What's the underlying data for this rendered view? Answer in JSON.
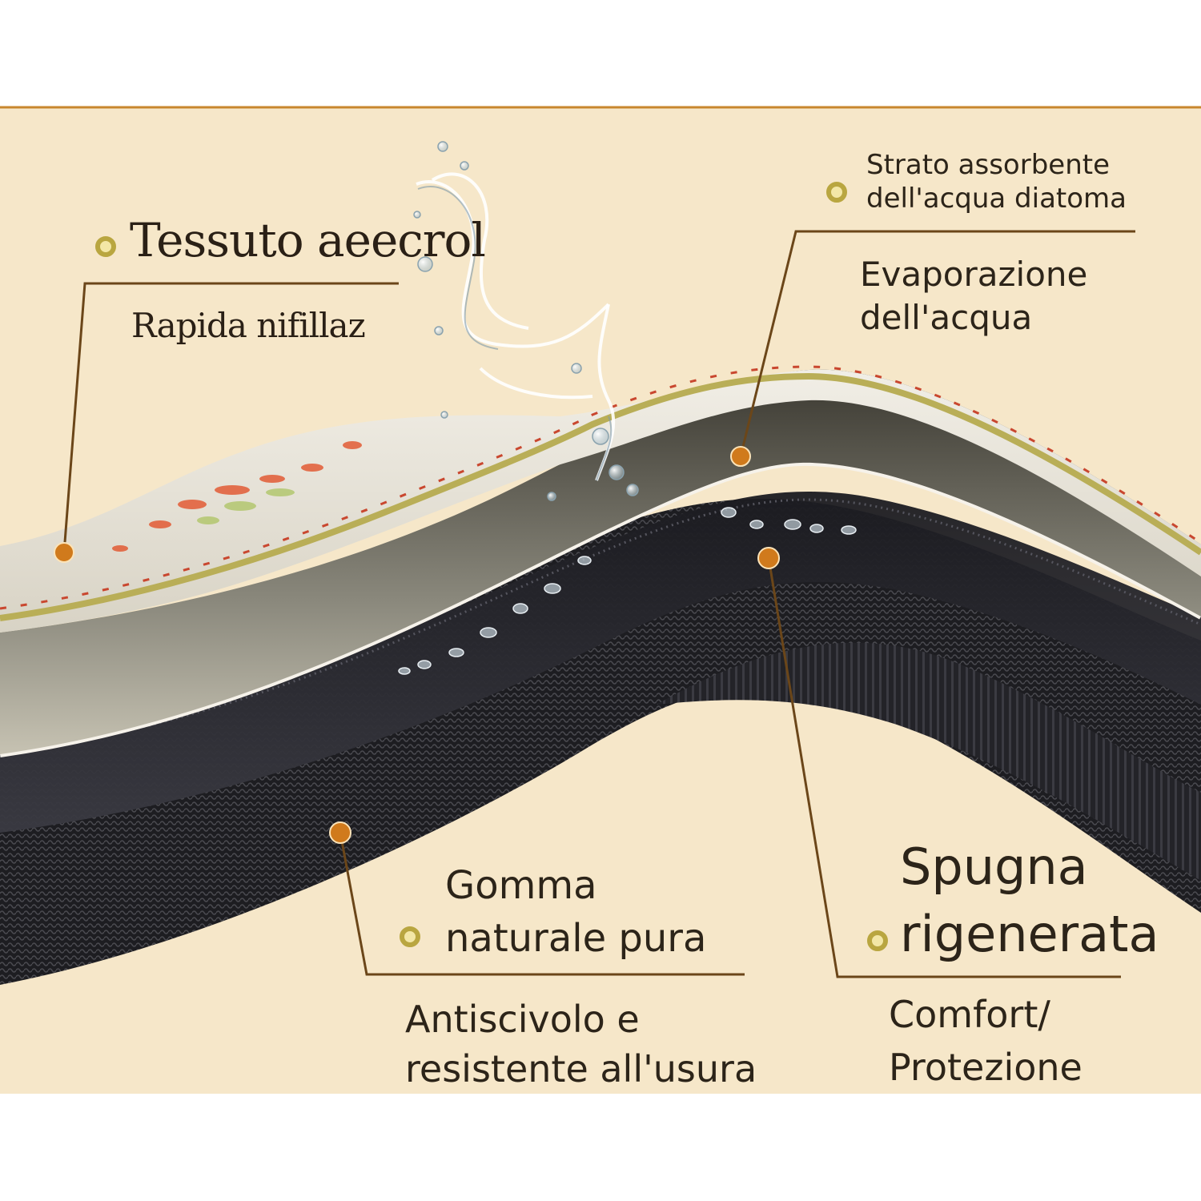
{
  "labels": {
    "top_fabric": {
      "title": "Tessuto aeecrol",
      "subtitle": "Rapida nifillaz"
    },
    "diatom_layer": {
      "title_line1": "Strato assorbente",
      "title_line2": "dell'acqua diatoma",
      "subtitle_line1": "Evaporazione",
      "subtitle_line2": "dell'acqua"
    },
    "rubber_base": {
      "title_line1": "Gomma",
      "title_line2": "naturale pura",
      "subtitle_line1": "Antiscivolo e",
      "subtitle_line2": "resistente all'usura"
    },
    "sponge_layer": {
      "title_line1": "Spugna",
      "title_line2": "rigenerata",
      "subtitle_line1": "Comfort/",
      "subtitle_line2": "Protezione"
    }
  },
  "colors": {
    "panel": "#f6e7c9",
    "frame_line": "#c8872e",
    "leader_line": "#6b4619",
    "hollow_marker": "#ccb74a",
    "filled_marker": "#d07a1c",
    "fabric_top": "#f3ecdf",
    "fabric_stripe": "#b9ae57",
    "diatom_gray": "#6e6b60",
    "sponge_dark": "#2d2d33",
    "rubber_black": "#1a1a1d"
  },
  "icons": [
    "water-splash-icon",
    "water-droplet-icon"
  ]
}
